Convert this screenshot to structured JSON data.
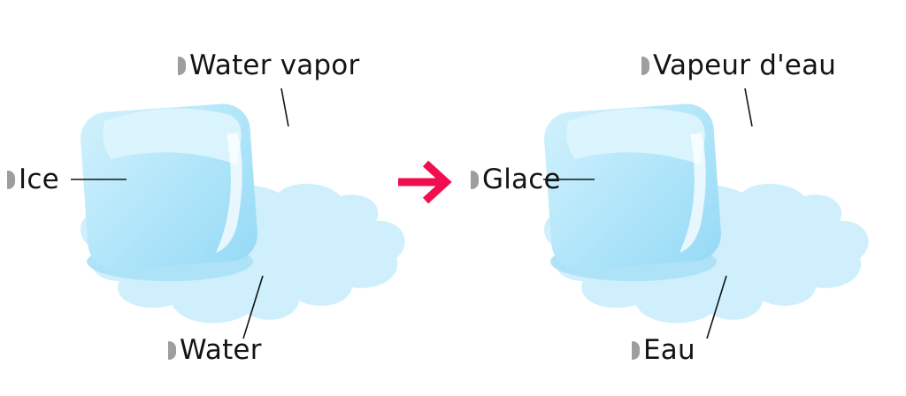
{
  "panels": [
    {
      "vapor_label": "Water vapor",
      "ice_label": "Ice",
      "water_label": "Water"
    },
    {
      "vapor_label": "Vapeur d'eau",
      "ice_label": "Glace",
      "water_label": "Eau"
    }
  ],
  "colors": {
    "arrow": "#ef0f4e",
    "cube_light": "#dcf4fe",
    "cube_mid": "#aee4f9",
    "cube_dark": "#96daf6",
    "puddle": "#cfeffc",
    "cube_shadow": "#a8e0f6",
    "label_marker": "#9e9e9e",
    "leader_line": "#141414",
    "label_text": "#141414"
  }
}
